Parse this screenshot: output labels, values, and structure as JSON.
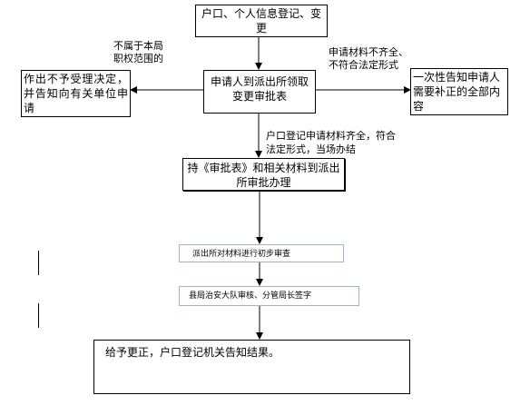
{
  "nodes": {
    "start": "户口、个人信息登记、变更",
    "apply": "申请人到派出所领取变更审批表",
    "reject": "作出不予受理决定，并告知向有关单位申请",
    "supplement": "一次性告知申请人需要补正的全部内容",
    "submit": "持《审批表》和相关材料到派出所审批办理",
    "review": "派出所对材料进行初步审查",
    "approve": "县局治安大队审核、分管局长签字",
    "result": "给予更正，户口登记机关告知结果。"
  },
  "edges": {
    "not_in_scope": [
      "不属于本局",
      "职权范围的"
    ],
    "incomplete": [
      "申请材料不齐全、",
      "不符合法定形式"
    ],
    "complete": [
      "户口登记申请材料齐全，符合",
      "法定形式，当场办结"
    ]
  },
  "colors": {
    "line": "#000000",
    "box_border": "#000000",
    "blue_border": "#9fb3cf"
  }
}
